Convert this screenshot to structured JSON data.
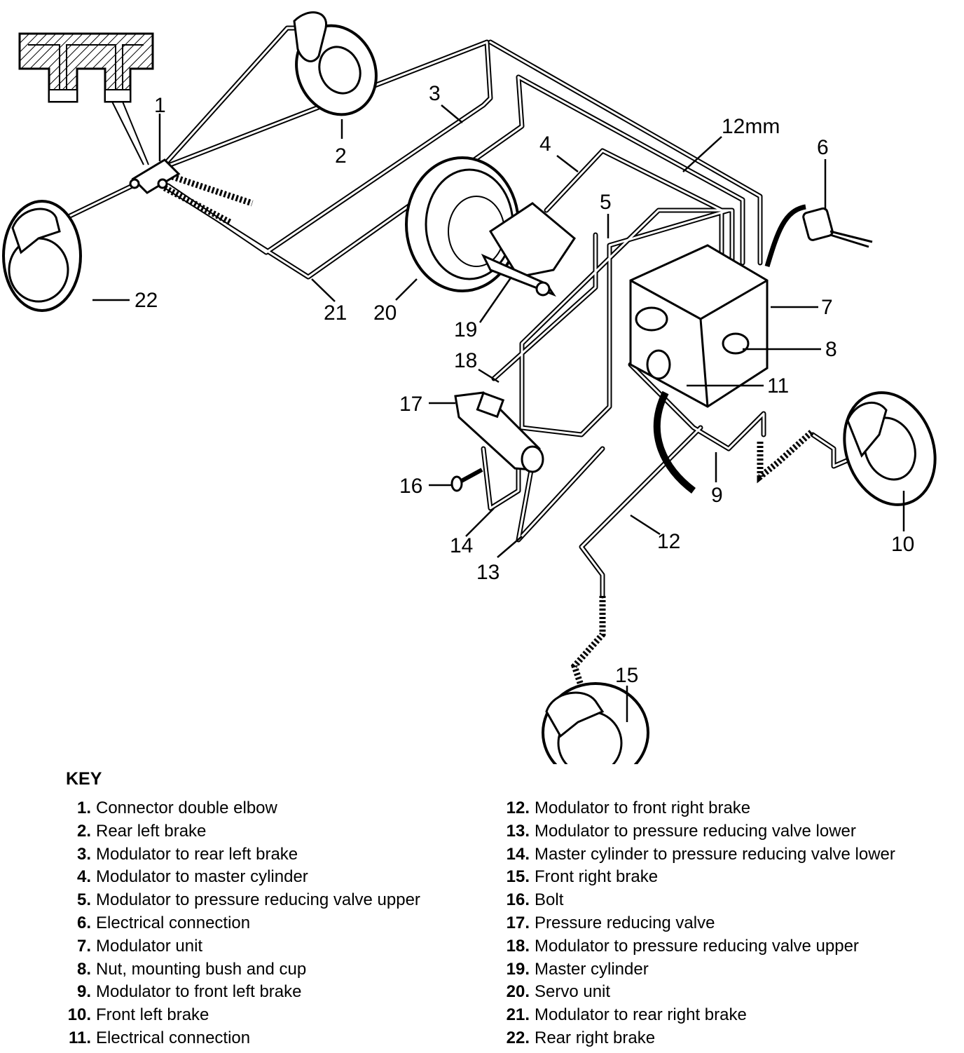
{
  "callouts": {
    "c1": "1",
    "c2": "2",
    "c3": "3",
    "c4": "4",
    "c5": "5",
    "c6": "6",
    "c7": "7",
    "c8": "8",
    "c9": "9",
    "c10": "10",
    "c11": "11",
    "c12": "12",
    "c12mm": "12mm",
    "c13": "13",
    "c14": "14",
    "c15": "15",
    "c16": "16",
    "c17": "17",
    "c18": "18",
    "c19": "19",
    "c20": "20",
    "c21": "21",
    "c22": "22"
  },
  "key": {
    "title": "KEY",
    "left": [
      {
        "num": "1.",
        "label": "Connector double elbow"
      },
      {
        "num": "2.",
        "label": "Rear left brake"
      },
      {
        "num": "3.",
        "label": "Modulator to rear left brake"
      },
      {
        "num": "4.",
        "label": "Modulator to master cylinder"
      },
      {
        "num": "5.",
        "label": "Modulator to pressure reducing valve upper"
      },
      {
        "num": "6.",
        "label": "Electrical connection"
      },
      {
        "num": "7.",
        "label": "Modulator unit"
      },
      {
        "num": "8.",
        "label": "Nut, mounting bush and cup"
      },
      {
        "num": "9.",
        "label": "Modulator to front left brake"
      },
      {
        "num": "10.",
        "label": "Front left brake"
      },
      {
        "num": "11.",
        "label": "Electrical connection"
      }
    ],
    "right": [
      {
        "num": "12.",
        "label": "Modulator to front right brake"
      },
      {
        "num": "13.",
        "label": "Modulator to pressure reducing valve lower"
      },
      {
        "num": "14.",
        "label": "Master cylinder to pressure reducing valve lower"
      },
      {
        "num": "15.",
        "label": "Front right brake"
      },
      {
        "num": "16.",
        "label": "Bolt"
      },
      {
        "num": "17.",
        "label": "Pressure reducing valve"
      },
      {
        "num": "18.",
        "label": "Modulator to pressure reducing valve upper"
      },
      {
        "num": "19.",
        "label": "Master cylinder"
      },
      {
        "num": "20.",
        "label": "Servo unit"
      },
      {
        "num": "21.",
        "label": "Modulator to rear right brake"
      },
      {
        "num": "22.",
        "label": "Rear right brake"
      }
    ]
  }
}
